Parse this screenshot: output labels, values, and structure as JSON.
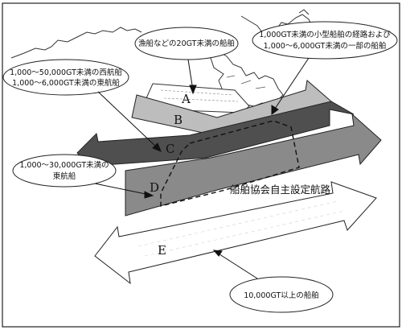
{
  "callouts": {
    "small_fishing": "漁船などの20GT未満の船舶",
    "small_route_line1": "1,000GT未満の小型船舶の経路および",
    "small_route_line2": "1,000～6,000GT未満の一部の船舶",
    "west_line1": "1,000～50,000GT未満の西航船",
    "west_line2": "1,000～6,000GT未満の東航船",
    "east_line1": "1,000～30,000GT未満の",
    "east_line2": "東航船",
    "large": "10,000GT以上の船舶"
  },
  "lanes": {
    "a": "A",
    "b": "B",
    "c": "C",
    "d": "D",
    "e": "E"
  },
  "route_label": "船舶協会自主設定航路",
  "colors": {
    "lane_b": "#bdbdbd",
    "lane_c": "#4f4f4f",
    "lane_d": "#8a8a8a",
    "lane_e": "#ffffff",
    "outline": "#222222"
  }
}
